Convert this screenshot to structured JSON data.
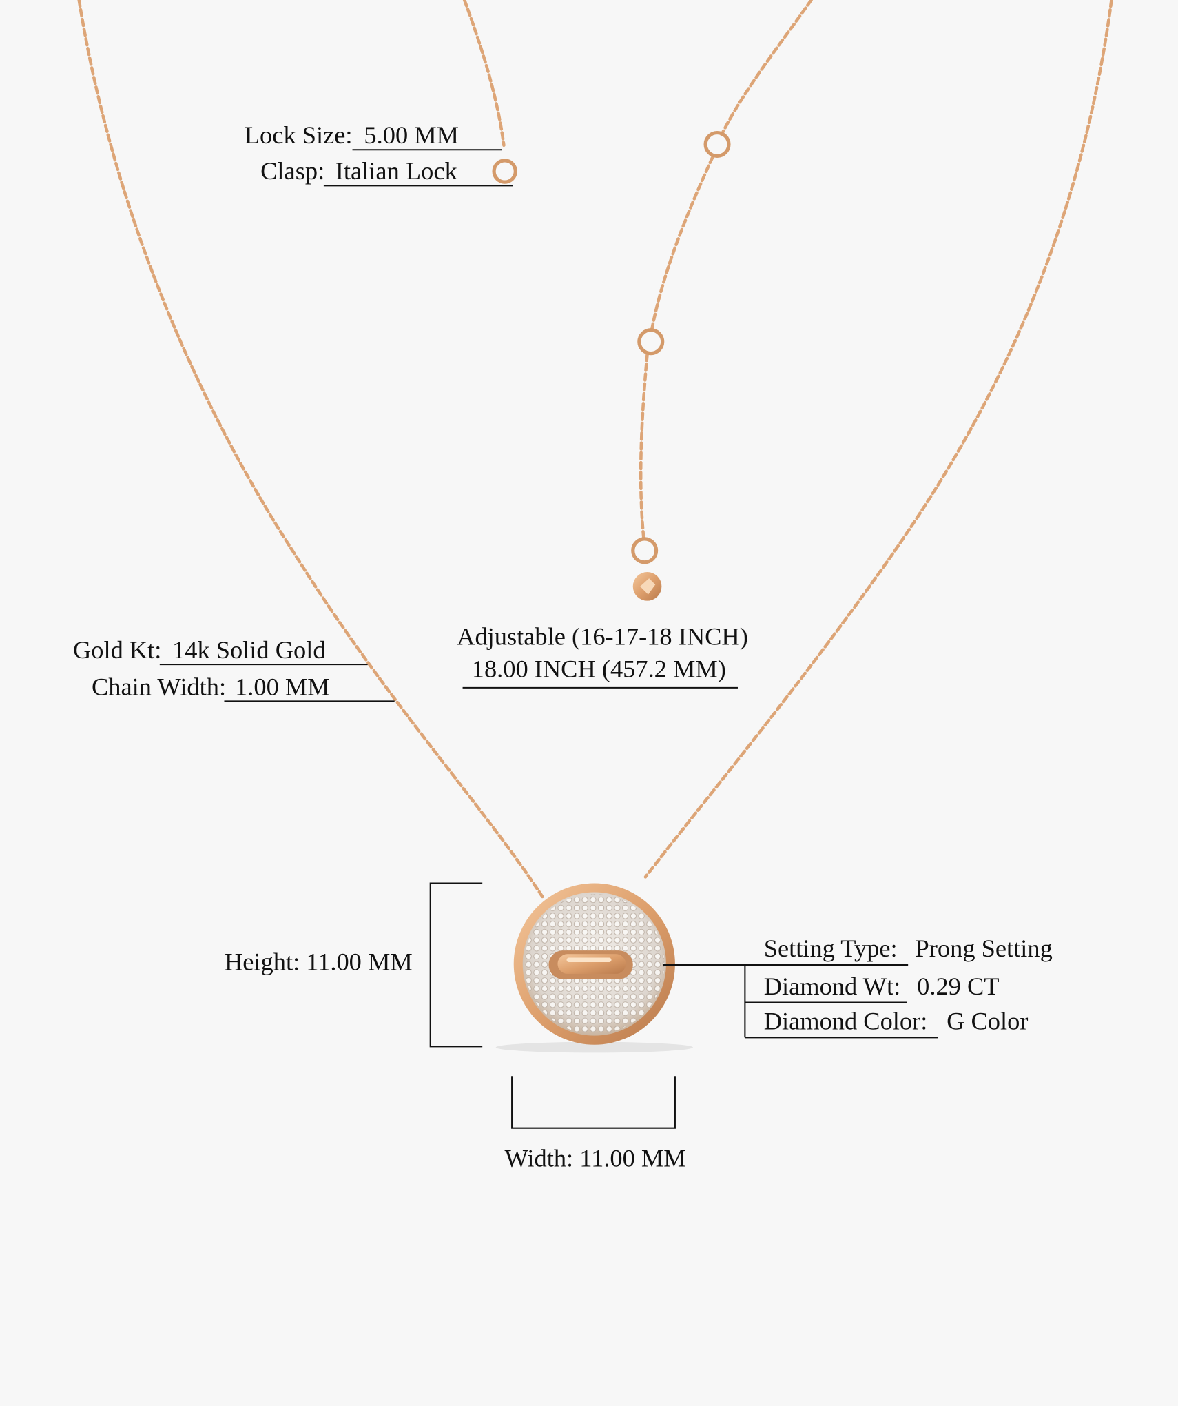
{
  "specs": {
    "lock_size": {
      "label": "Lock Size:",
      "value": "5.00 MM"
    },
    "clasp": {
      "label": "Clasp:",
      "value": "Italian Lock"
    },
    "gold_kt": {
      "label": "Gold Kt:",
      "value": "14k Solid Gold"
    },
    "chain_width": {
      "label": "Chain Width:",
      "value": "1.00 MM"
    },
    "length_adjustable": "Adjustable (16-17-18 INCH)",
    "length": "18.00 INCH (457.2 MM)",
    "height": "Height: 11.00 MM",
    "width": "Width: 11.00 MM",
    "setting_type": {
      "label": "Setting Type:",
      "value": "Prong Setting"
    },
    "diamond_wt": {
      "label": "Diamond Wt:",
      "value": "0.29 CT"
    },
    "diamond_color": {
      "label": "Diamond Color:",
      "value": "G Color"
    }
  },
  "colors": {
    "gold": "#dda577",
    "background": "#f7f7f7",
    "text": "#111111"
  }
}
